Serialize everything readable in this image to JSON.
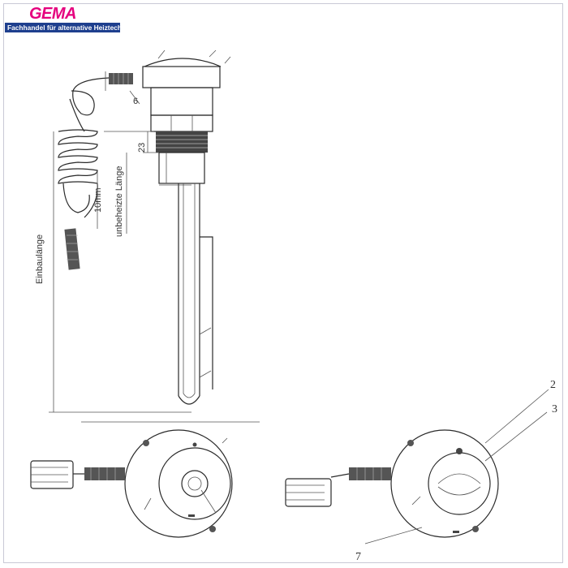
{
  "brand": {
    "logo_text": "GEMA",
    "tagline": "Fachhandel für alternative Heiztechnik"
  },
  "drawing": {
    "label_einbaulaenge": "Einbaulänge",
    "label_unbeheizte_laenge": "unbeheizte Länge",
    "label_10mm": "10mm",
    "label_23": "23",
    "label_6": "6",
    "callout_2": "2",
    "callout_3": "3",
    "callout_7": "7"
  },
  "colors": {
    "logo": "#e5007e",
    "tagline_bar": "#1e3f8e",
    "lines": "#2a2a2a"
  }
}
